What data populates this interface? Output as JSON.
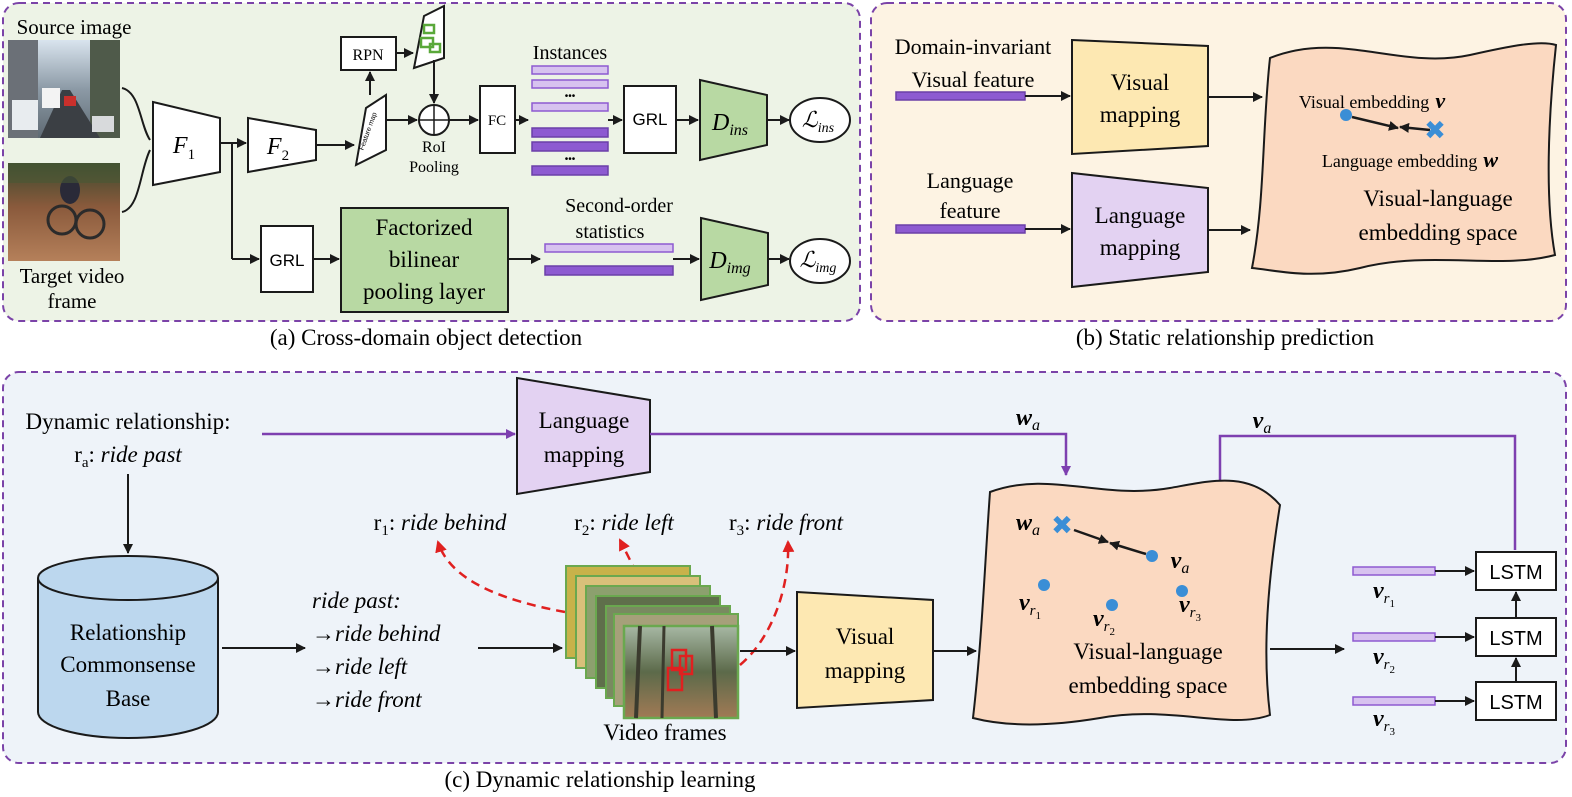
{
  "colors": {
    "panel_a_bg": "#edf3e6",
    "panel_b_bg": "#fdf3e3",
    "panel_c_bg": "#eef3f9",
    "dash_border": "#7b43a8",
    "green_block": "#b8d9a3",
    "yellow_block": "#fde8b2",
    "lavender_block": "#e3d2f2",
    "peach_space": "#fbd9c1",
    "blue_cylinder": "#bcd7ee",
    "purple_bar": "#8d5ad1",
    "light_purple_bar": "#d7c2ef",
    "arrow_purple": "#7d3fb0",
    "dashed_red": "#e02020",
    "dot_blue": "#3a8ed6"
  },
  "panel_a": {
    "caption": "(a) Cross-domain object detection",
    "source_label": "Source image",
    "target_label_1": "Target video",
    "target_label_2": "frame",
    "f1": "F",
    "f1_sub": "1",
    "f2": "F",
    "f2_sub": "2",
    "rpn": "RPN",
    "feature_map": "Feature map",
    "roi_1": "RoI",
    "roi_2": "Pooling",
    "fc": "FC",
    "instances": "Instances",
    "ellipsis": "•••",
    "grl_top": "GRL",
    "grl_bottom": "GRL",
    "d_ins": "D",
    "d_ins_sub": "ins",
    "l_ins": "ℒ",
    "l_ins_sub": "ins",
    "bilinear_1": "Factorized",
    "bilinear_2": "bilinear",
    "bilinear_3": "pooling layer",
    "second_order_1": "Second-order",
    "second_order_2": "statistics",
    "d_img": "D",
    "d_img_sub": "img",
    "l_img": "ℒ",
    "l_img_sub": "img"
  },
  "panel_b": {
    "caption": "(b) Static relationship prediction",
    "domain_invariant": "Domain-invariant",
    "visual_feature": "Visual feature",
    "language_feature_1": "Language",
    "language_feature_2": "feature",
    "visual_mapping_1": "Visual",
    "visual_mapping_2": "mapping",
    "language_mapping_1": "Language",
    "language_mapping_2": "mapping",
    "visual_embedding": "Visual embedding",
    "v_symbol": "v",
    "language_embedding": "Language embedding",
    "w_symbol": "w",
    "space_1": "Visual-language",
    "space_2": "embedding space"
  },
  "panel_c": {
    "caption": "(c) Dynamic relationship learning",
    "dynamic_1": "Dynamic relationship:",
    "ra_symbol": "r",
    "ra_sub": "a",
    "ra_value": "ride past",
    "language_mapping_1": "Language",
    "language_mapping_2": "mapping",
    "wa": "w",
    "wa_sub": "a",
    "va": "v",
    "va_sub": "a",
    "r1_sym": "r",
    "r1_sub": "1",
    "r1_val": "ride behind",
    "r2_sym": "r",
    "r2_sub": "2",
    "r2_val": "ride left",
    "r3_sym": "r",
    "r3_sub": "3",
    "r3_val": "ride front",
    "base_1": "Relationship",
    "base_2": "Commonsense",
    "base_3": "Base",
    "list_head": "ride past:",
    "list_1": "→ride behind",
    "list_2": "→ride left",
    "list_3": "→ride front",
    "video_frames": "Video frames",
    "visual_mapping_1": "Visual",
    "visual_mapping_2": "mapping",
    "space_1": "Visual-language",
    "space_2": "embedding space",
    "vr": "v",
    "vr_sub": "r",
    "sub1": "1",
    "sub2": "2",
    "sub3": "3",
    "lstm_1": "LSTM",
    "lstm_2": "LSTM",
    "lstm_3": "LSTM"
  }
}
